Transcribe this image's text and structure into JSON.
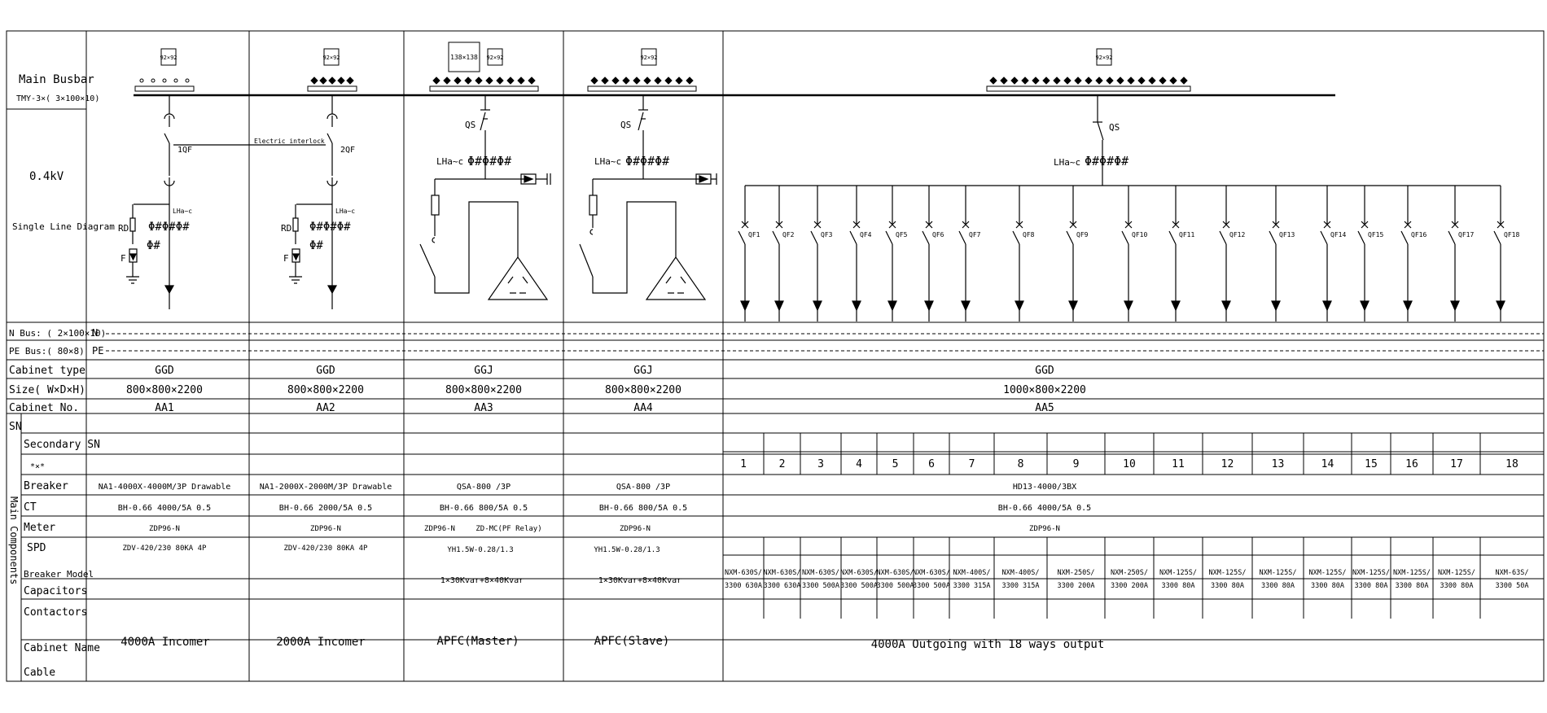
{
  "labels": {
    "main_busbar": "Main Busbar",
    "main_busbar_spec": "TMY-3×( 3×100×10)",
    "voltage": "0.4kV",
    "single_line_diagram": "Single Line Diagram",
    "n_bus": "N Bus: ( 2×100×10)",
    "n_mark": "N",
    "pe_bus": "PE Bus:( 80×8)",
    "pe_mark": "PE",
    "cabinet_type": "Cabinet type",
    "size": "Size( W×D×H)",
    "cabinet_no": "Cabinet No.",
    "sn": "SN",
    "main_components": "Main Components",
    "secondary_sn": "Secondary SN",
    "star_row": "*×*",
    "breaker": "Breaker",
    "ct": "CT",
    "meter": "Meter",
    "spd": "SPD",
    "breaker_model": "Breaker Model",
    "capacitors": "Capacitors",
    "contactors": "Contactors",
    "cabinet_name": "Cabinet Name",
    "cable": "Cable"
  },
  "diagram": {
    "electric_interlock": "Electric interlock",
    "meter_box": "92×92",
    "meter_box_large": "138×138",
    "qf1": "1QF",
    "qf2": "2QF",
    "qs": "QS",
    "lha_c": "LHa~c",
    "ct_symbol_3": "Φ#Φ#Φ#",
    "ct_symbol_1": "Φ#",
    "rd": "RD",
    "f": "F",
    "outgoing_breakers": [
      "QF1",
      "QF2",
      "QF3",
      "QF4",
      "QF5",
      "QF6",
      "QF7",
      "QF8",
      "QF9",
      "QF10",
      "QF11",
      "QF12",
      "QF13",
      "QF14",
      "QF15",
      "QF16",
      "QF17",
      "QF18"
    ]
  },
  "cabinets": [
    {
      "type": "GGD",
      "size": "800×800×2200",
      "no": "AA1",
      "breaker": "NA1-4000X-4000M/3P Drawable",
      "ct": "BH-0.66 4000/5A  0.5",
      "meter": "ZDP96-N",
      "spd": "ZDV-420/230  80KA  4P",
      "capacitors": "",
      "name": "4000A Incomer"
    },
    {
      "type": "GGD",
      "size": "800×800×2200",
      "no": "AA2",
      "breaker": "NA1-2000X-2000M/3P Drawable",
      "ct": "BH-0.66 2000/5A  0.5",
      "meter": "ZDP96-N",
      "spd": "ZDV-420/230  80KA  4P",
      "capacitors": "",
      "name": "2000A Incomer"
    },
    {
      "type": "GGJ",
      "size": "800×800×2200",
      "no": "AA3",
      "breaker": "QSA-800 /3P",
      "ct": "BH-0.66 800/5A  0.5",
      "meter": "ZDP96-N",
      "meter2": "ZD-MC(PF Relay)",
      "spd": "YH1.5W-0.28/1.3",
      "capacitors": "1×30Kvar+8×40Kvar",
      "name": "APFC(Master)"
    },
    {
      "type": "GGJ",
      "size": "800×800×2200",
      "no": "AA4",
      "breaker": "QSA-800 /3P",
      "ct": "BH-0.66 800/5A  0.5",
      "meter": "ZDP96-N",
      "spd": "YH1.5W-0.28/1.3",
      "capacitors": "1×30Kvar+8×40Kvar",
      "name": "APFC(Slave)"
    },
    {
      "type": "GGD",
      "size": "1000×800×2200",
      "no": "AA5",
      "breaker": "HD13-4000/3BX",
      "ct": "BH-0.66 4000/5A  0.5",
      "meter": "ZDP96-N",
      "spd": "",
      "capacitors": "",
      "name": "4000A Outgoing with 18 ways output"
    }
  ],
  "outgoing_numbers": [
    "1",
    "2",
    "3",
    "4",
    "5",
    "6",
    "7",
    "8",
    "9",
    "10",
    "11",
    "12",
    "13",
    "14",
    "15",
    "16",
    "17",
    "18"
  ],
  "outgoing_models": [
    [
      "NXM-630S/",
      "3300 630A"
    ],
    [
      "NXM-630S/",
      "3300 630A"
    ],
    [
      "NXM-630S/",
      "3300 500A"
    ],
    [
      "NXM-630S/",
      "3300 500A"
    ],
    [
      "NXM-630S/",
      "3300 500A"
    ],
    [
      "NXM-630S/",
      "3300 500A"
    ],
    [
      "NXM-400S/",
      "3300 315A"
    ],
    [
      "NXM-400S/",
      "3300 315A"
    ],
    [
      "NXM-250S/",
      "3300 200A"
    ],
    [
      "NXM-250S/",
      "3300 200A"
    ],
    [
      "NXM-125S/",
      "3300 80A"
    ],
    [
      "NXM-125S/",
      "3300 80A"
    ],
    [
      "NXM-125S/",
      "3300 80A"
    ],
    [
      "NXM-125S/",
      "3300 80A"
    ],
    [
      "NXM-125S/",
      "3300 80A"
    ],
    [
      "NXM-125S/",
      "3300 80A"
    ],
    [
      "NXM-125S/",
      "3300 80A"
    ],
    [
      "NXM-63S/",
      "3300 50A"
    ]
  ]
}
